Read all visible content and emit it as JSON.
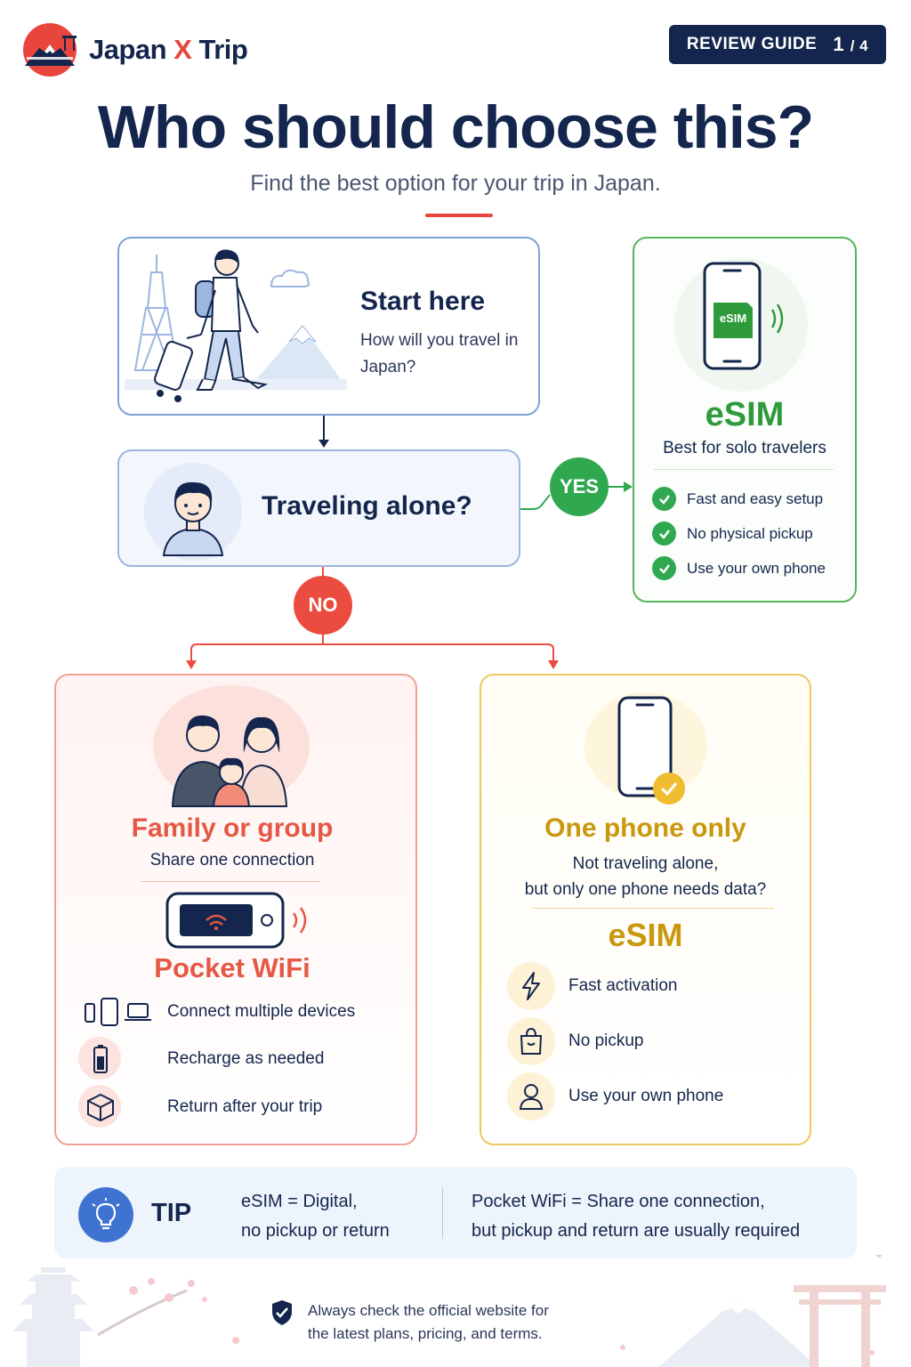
{
  "header": {
    "brand_prefix": "Japan ",
    "brand_x": "X",
    "brand_suffix": " Trip",
    "badge_label": "REVIEW GUIDE",
    "page_current": "1",
    "page_total": "/ 4"
  },
  "hero": {
    "title": "Who should choose this?",
    "subtitle": "Find the best option for your trip in Japan."
  },
  "start": {
    "title": "Start here",
    "text": "How will you travel in Japan?"
  },
  "question": {
    "text": "Traveling alone?",
    "yes_label": "YES",
    "no_label": "NO"
  },
  "esim_solo": {
    "chip_label": "eSIM",
    "title": "eSIM",
    "subtitle": "Best for solo travelers",
    "items": [
      "Fast and easy setup",
      "No physical pickup",
      "Use your own phone"
    ]
  },
  "family": {
    "title": "Family or group",
    "subtitle": "Share one connection",
    "product": "Pocket WiFi",
    "items": [
      "Connect multiple devices",
      "Recharge as needed",
      "Return after your trip"
    ]
  },
  "one_phone": {
    "title": "One phone only",
    "subtitle_line1": "Not traveling alone,",
    "subtitle_line2": "but only one phone needs data?",
    "product": "eSIM",
    "items": [
      "Fast activation",
      "No pickup",
      "Use your own phone"
    ]
  },
  "tip": {
    "label": "TIP",
    "left_line1": "eSIM = Digital,",
    "left_line2": "no pickup or return",
    "right_line1": "Pocket WiFi = Share one connection,",
    "right_line2": "but pickup and return are usually required"
  },
  "footer": {
    "line1": "Always check the official website for",
    "line2": "the latest plans, pricing, and terms."
  },
  "colors": {
    "navy": "#14264d",
    "red": "#e8453c",
    "green": "#2fa84f",
    "gold": "#c9980f",
    "blue": "#3f73d1"
  }
}
